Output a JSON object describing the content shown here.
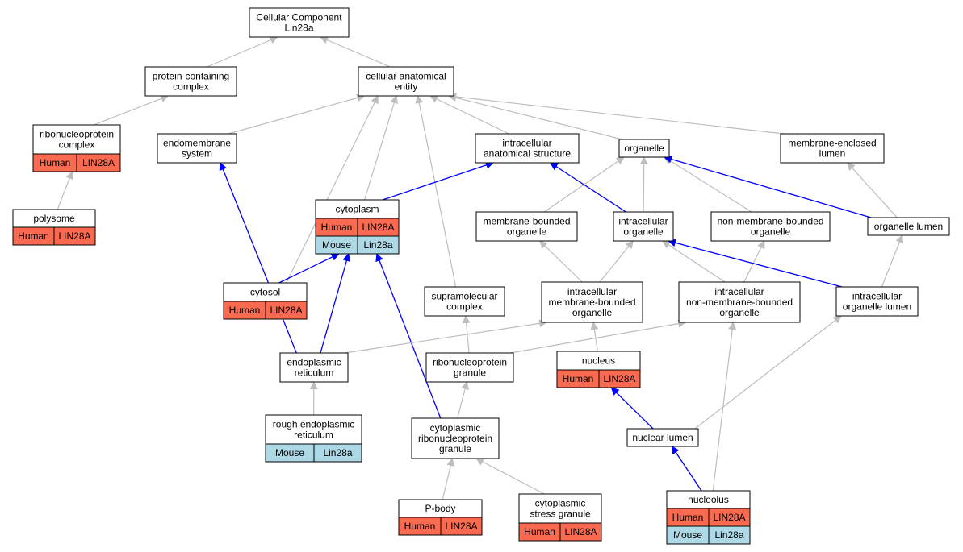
{
  "colors": {
    "human": "#fa6a50",
    "mouse": "#add8e6",
    "edge_gray": "#bdbdbd",
    "edge_blue": "#0000ff"
  },
  "nodes": [
    {
      "id": "cc",
      "lines": [
        "Cellular Component",
        "Lin28a"
      ]
    },
    {
      "id": "pcc",
      "lines": [
        "protein-containing",
        "complex"
      ]
    },
    {
      "id": "cae",
      "lines": [
        "cellular anatomical",
        "entity"
      ]
    },
    {
      "id": "rnpc",
      "lines": [
        "ribonucleoprotein",
        "complex"
      ],
      "species": [
        [
          "Human",
          "LIN28A"
        ]
      ]
    },
    {
      "id": "endo",
      "lines": [
        "endomembrane",
        "system"
      ]
    },
    {
      "id": "ias",
      "lines": [
        "intracellular",
        "anatomical structure"
      ]
    },
    {
      "id": "org",
      "lines": [
        "organelle"
      ]
    },
    {
      "id": "mel",
      "lines": [
        "membrane-enclosed",
        "lumen"
      ]
    },
    {
      "id": "poly",
      "lines": [
        "polysome"
      ],
      "species": [
        [
          "Human",
          "LIN28A"
        ]
      ]
    },
    {
      "id": "cyto",
      "lines": [
        "cytoplasm"
      ],
      "species": [
        [
          "Human",
          "LIN28A"
        ],
        [
          "Mouse",
          "Lin28a"
        ]
      ]
    },
    {
      "id": "mbo",
      "lines": [
        "membrane-bounded",
        "organelle"
      ]
    },
    {
      "id": "io",
      "lines": [
        "intracellular",
        "organelle"
      ]
    },
    {
      "id": "nmbo",
      "lines": [
        "non-membrane-bounded",
        "organelle"
      ]
    },
    {
      "id": "ol",
      "lines": [
        "organelle lumen"
      ]
    },
    {
      "id": "cytosol",
      "lines": [
        "cytosol"
      ],
      "species": [
        [
          "Human",
          "LIN28A"
        ]
      ]
    },
    {
      "id": "smc",
      "lines": [
        "supramolecular",
        "complex"
      ]
    },
    {
      "id": "imbo",
      "lines": [
        "intracellular",
        "membrane-bounded",
        "organelle"
      ]
    },
    {
      "id": "inmbo",
      "lines": [
        "intracellular",
        "non-membrane-bounded",
        "organelle"
      ]
    },
    {
      "id": "iol",
      "lines": [
        "intracellular",
        "organelle lumen"
      ]
    },
    {
      "id": "er",
      "lines": [
        "endoplasmic",
        "reticulum"
      ]
    },
    {
      "id": "rnpg",
      "lines": [
        "ribonucleoprotein",
        "granule"
      ]
    },
    {
      "id": "nuc",
      "lines": [
        "nucleus"
      ],
      "species": [
        [
          "Human",
          "LIN28A"
        ]
      ]
    },
    {
      "id": "rer",
      "lines": [
        "rough endoplasmic",
        "reticulum"
      ],
      "species": [
        [
          "Mouse",
          "Lin28a"
        ]
      ]
    },
    {
      "id": "crnpg",
      "lines": [
        "cytoplasmic",
        "ribonucleoprotein",
        "granule"
      ]
    },
    {
      "id": "nl",
      "lines": [
        "nuclear lumen"
      ]
    },
    {
      "id": "pbody",
      "lines": [
        "P-body"
      ],
      "species": [
        [
          "Human",
          "LIN28A"
        ]
      ]
    },
    {
      "id": "csg",
      "lines": [
        "cytoplasmic",
        "stress granule"
      ],
      "species": [
        [
          "Human",
          "LIN28A"
        ]
      ]
    },
    {
      "id": "nucleolus",
      "lines": [
        "nucleolus"
      ],
      "species": [
        [
          "Human",
          "LIN28A"
        ],
        [
          "Mouse",
          "Lin28a"
        ]
      ]
    }
  ],
  "edges": [
    {
      "from": "pcc",
      "to": "cc",
      "color": "gray"
    },
    {
      "from": "cae",
      "to": "cc",
      "color": "gray"
    },
    {
      "from": "rnpc",
      "to": "pcc",
      "color": "gray"
    },
    {
      "from": "poly",
      "to": "rnpc",
      "color": "gray"
    },
    {
      "from": "endo",
      "to": "cae",
      "color": "gray"
    },
    {
      "from": "cytosol",
      "to": "cae",
      "color": "gray"
    },
    {
      "from": "cyto",
      "to": "cae",
      "color": "gray"
    },
    {
      "from": "smc",
      "to": "cae",
      "color": "gray"
    },
    {
      "from": "ias",
      "to": "cae",
      "color": "gray"
    },
    {
      "from": "org",
      "to": "cae",
      "color": "gray"
    },
    {
      "from": "mel",
      "to": "cae",
      "color": "gray"
    },
    {
      "from": "cyto",
      "to": "ias",
      "color": "blue"
    },
    {
      "from": "io",
      "to": "ias",
      "color": "blue"
    },
    {
      "from": "mbo",
      "to": "org",
      "color": "gray"
    },
    {
      "from": "io",
      "to": "org",
      "color": "gray"
    },
    {
      "from": "nmbo",
      "to": "org",
      "color": "gray"
    },
    {
      "from": "ol",
      "to": "org",
      "color": "blue"
    },
    {
      "from": "ol",
      "to": "mel",
      "color": "gray"
    },
    {
      "from": "iol",
      "to": "ol",
      "color": "gray"
    },
    {
      "from": "imbo",
      "to": "mbo",
      "color": "gray"
    },
    {
      "from": "imbo",
      "to": "io",
      "color": "gray"
    },
    {
      "from": "inmbo",
      "to": "io",
      "color": "gray"
    },
    {
      "from": "inmbo",
      "to": "nmbo",
      "color": "gray"
    },
    {
      "from": "iol",
      "to": "io",
      "color": "blue"
    },
    {
      "from": "cytosol",
      "to": "cyto",
      "color": "blue"
    },
    {
      "from": "er",
      "to": "cyto",
      "color": "blue"
    },
    {
      "from": "crnpg",
      "to": "cyto",
      "color": "blue"
    },
    {
      "from": "er",
      "to": "endo",
      "color": "blue"
    },
    {
      "from": "er",
      "to": "imbo",
      "color": "gray"
    },
    {
      "from": "rnpg",
      "to": "smc",
      "color": "gray"
    },
    {
      "from": "rnpg",
      "to": "inmbo",
      "color": "gray"
    },
    {
      "from": "nuc",
      "to": "imbo",
      "color": "gray"
    },
    {
      "from": "rer",
      "to": "er",
      "color": "gray"
    },
    {
      "from": "crnpg",
      "to": "rnpg",
      "color": "gray"
    },
    {
      "from": "nl",
      "to": "nuc",
      "color": "blue"
    },
    {
      "from": "nl",
      "to": "iol",
      "color": "gray"
    },
    {
      "from": "pbody",
      "to": "crnpg",
      "color": "gray"
    },
    {
      "from": "csg",
      "to": "crnpg",
      "color": "gray"
    },
    {
      "from": "nucleolus",
      "to": "nl",
      "color": "blue"
    },
    {
      "from": "nucleolus",
      "to": "inmbo",
      "color": "gray"
    }
  ]
}
